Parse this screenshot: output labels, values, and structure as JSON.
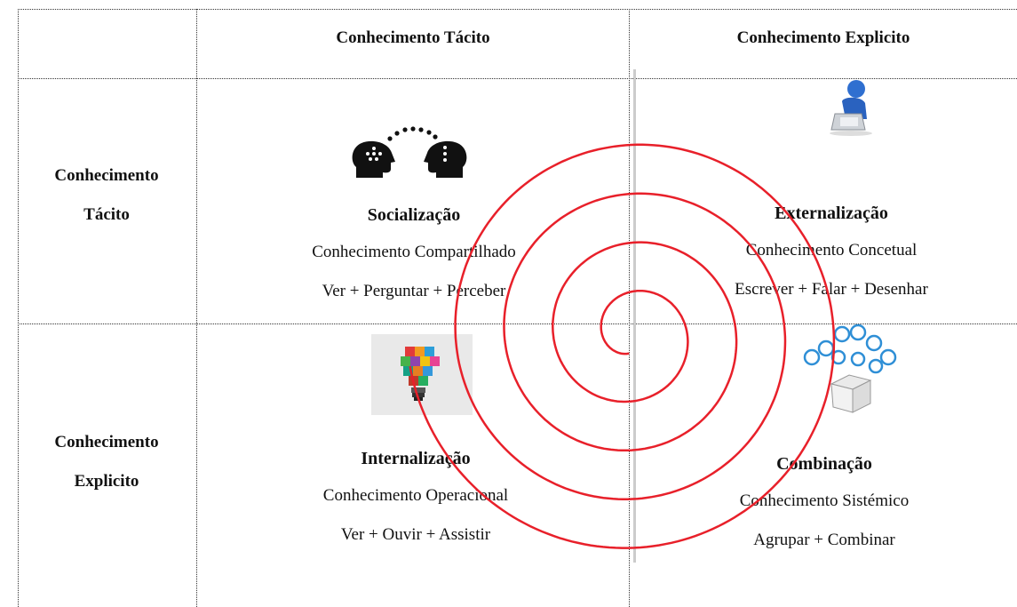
{
  "columns": [
    "Conhecimento Tácito",
    "Conhecimento Explicito"
  ],
  "rows": [
    {
      "line1": "Conhecimento",
      "line2": "Tácito"
    },
    {
      "line1": "Conhecimento",
      "line2": "Explicito"
    }
  ],
  "cells": {
    "socializacao": {
      "title": "Socialização",
      "line1": "Conhecimento Compartilhado",
      "line2": "Ver + Perguntar + Perceber",
      "icon": "two-heads-talking-icon"
    },
    "externalizacao": {
      "title": "Externalização",
      "line1": "Conhecimento Concetual",
      "line2": "Escrever + Falar + Desenhar",
      "icon": "person-at-laptop-icon"
    },
    "internalizacao": {
      "title": "Internalização",
      "line1": "Conhecimento Operacional",
      "line2": "Ver + Ouvir + Assistir",
      "icon": "puzzle-lightbulb-icon"
    },
    "combinacao": {
      "title": "Combinação",
      "line1": "Conhecimento Sistémico",
      "line2": "Agrupar + Combinar",
      "icon": "bulbs-box-icon"
    }
  },
  "colors": {
    "spiral": "#e8202a",
    "grid": "#333333",
    "divider": "#cccccc"
  }
}
